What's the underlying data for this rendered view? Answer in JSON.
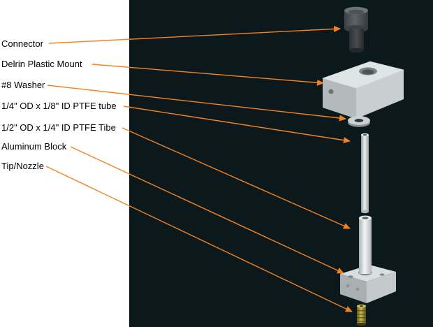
{
  "colors": {
    "background": "#0b191d",
    "arrow": "#f58220",
    "label_text": "#000000",
    "delrin": "#dfe4e5",
    "aluminum": "#d9dedf",
    "tip_brass": "#b5a645"
  },
  "labels": [
    {
      "id": "connector",
      "text": "Connector"
    },
    {
      "id": "delrin-plastic-mount",
      "text": "Delrin Plastic Mount"
    },
    {
      "id": "washer",
      "text": "#8 Washer"
    },
    {
      "id": "ptfe-tube-quarter",
      "text": "1/4\" OD x 1/8\" ID PTFE tube"
    },
    {
      "id": "ptfe-tube-half",
      "text": "1/2\" OD x 1/4\" ID PTFE Tibe"
    },
    {
      "id": "aluminum-block",
      "text": "Aluminum Block"
    },
    {
      "id": "tip-nozzle",
      "text": "Tip/Nozzle"
    }
  ]
}
